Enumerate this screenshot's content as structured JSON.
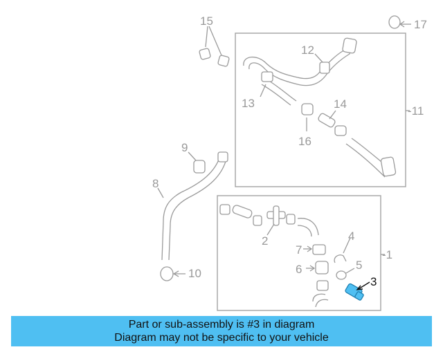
{
  "callouts": {
    "c1": "-1",
    "c2": "2",
    "c3": "3",
    "c4": "4",
    "c5": "5",
    "c6": "6",
    "c7": "7",
    "c8": "8",
    "c9": "9",
    "c10": "10",
    "c11": "-11",
    "c12": "12",
    "c13": "13",
    "c14": "14",
    "c15": "15",
    "c16": "16",
    "c17": "17"
  },
  "highlighted_part": "3",
  "colors": {
    "highlight": "#4fbff2",
    "line": "#9a9a9a",
    "banner": "#4fbff2"
  },
  "banner": {
    "line1": "Part or sub-assembly is #3 in diagram",
    "line2": "Diagram may not be specific to your vehicle"
  }
}
